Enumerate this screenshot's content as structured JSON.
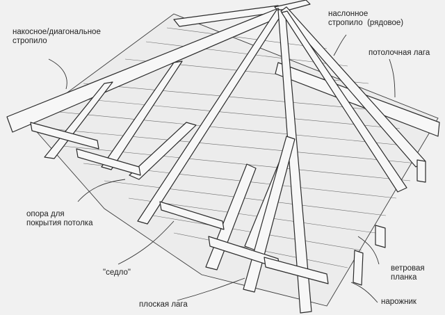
{
  "labels": {
    "hip_rafter": "накосное/диагональное\nстропило",
    "common_rafter": "наслонное\nстропило  (рядовое)",
    "ceiling_joist": "потолочная лага",
    "ceiling_support": "опора для\nпокрытия потолка",
    "saddle": "\"седло\"",
    "flat_joist": "плоская лага",
    "wind_brace": "ветровая\nпланка",
    "jack_rafter": "нарожник"
  },
  "colors": {
    "background": "#f1f1f1",
    "ink": "#2a2a2a"
  }
}
